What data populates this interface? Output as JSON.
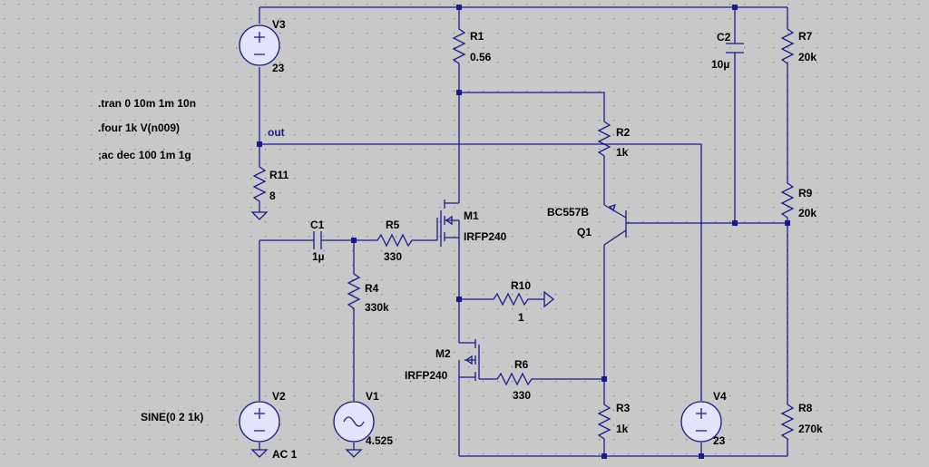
{
  "directives": [
    ".tran 0 10m 1m 10n",
    ".four 1k V(n009)",
    ";ac dec 100 1m 1g"
  ],
  "net_label": "out",
  "components": {
    "V3": {
      "name": "V3",
      "value": "23"
    },
    "R1": {
      "name": "R1",
      "value": "0.56"
    },
    "C2": {
      "name": "C2",
      "value": "10µ"
    },
    "R7": {
      "name": "R7",
      "value": "20k"
    },
    "R2": {
      "name": "R2",
      "value": "1k"
    },
    "R11": {
      "name": "R11",
      "value": "8"
    },
    "Q1": {
      "name": "Q1",
      "value": "BC557B"
    },
    "R9": {
      "name": "R9",
      "value": "20k"
    },
    "M1": {
      "name": "M1",
      "value": "IRFP240"
    },
    "C1": {
      "name": "C1",
      "value": "1µ"
    },
    "R5": {
      "name": "R5",
      "value": "330"
    },
    "R4": {
      "name": "R4",
      "value": "330k"
    },
    "R10": {
      "name": "R10",
      "value": "1"
    },
    "M2": {
      "name": "M2",
      "value": "IRFP240"
    },
    "R6": {
      "name": "R6",
      "value": "330"
    },
    "V2": {
      "name": "V2",
      "value": "SINE(0 2 1k)",
      "ac": "AC 1"
    },
    "V1": {
      "name": "V1",
      "value": "4.525"
    },
    "R3": {
      "name": "R3",
      "value": "1k"
    },
    "V4": {
      "name": "V4",
      "value": "23"
    },
    "R8": {
      "name": "R8",
      "value": "270k"
    }
  },
  "colors": {
    "background": "#c8c8c8",
    "wire": "#1a1a8c",
    "grid": "#6e6e6e",
    "source_fill": "#e4e4ff"
  }
}
